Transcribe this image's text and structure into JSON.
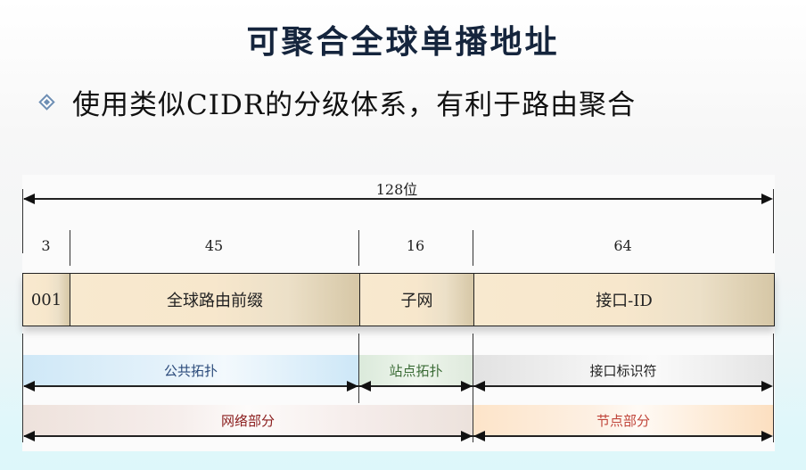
{
  "slide": {
    "title": "可聚合全球单播地址",
    "bullets": [
      {
        "icon": "diamond-bullet-icon",
        "text": "使用类似CIDR的分级体系，有利于路由聚合"
      }
    ]
  },
  "diagram": {
    "total_label": "128位",
    "bit_widths": [
      {
        "bits": "3"
      },
      {
        "bits": "45"
      },
      {
        "bits": "16"
      },
      {
        "bits": "64"
      }
    ],
    "fields": [
      {
        "label": "001"
      },
      {
        "label": "全球路由前缀"
      },
      {
        "label": "子网"
      },
      {
        "label": "接口-ID"
      }
    ],
    "topology_bands": [
      {
        "label": "公共拓扑",
        "color": "#2a4a7a"
      },
      {
        "label": "站点拓扑",
        "color": "#3a6b35"
      },
      {
        "label": "接口标识符",
        "color": "#222222"
      }
    ],
    "part_bands": [
      {
        "label": "网络部分",
        "color": "#8a1c1c"
      },
      {
        "label": "节点部分",
        "color": "#c0453a"
      }
    ]
  }
}
